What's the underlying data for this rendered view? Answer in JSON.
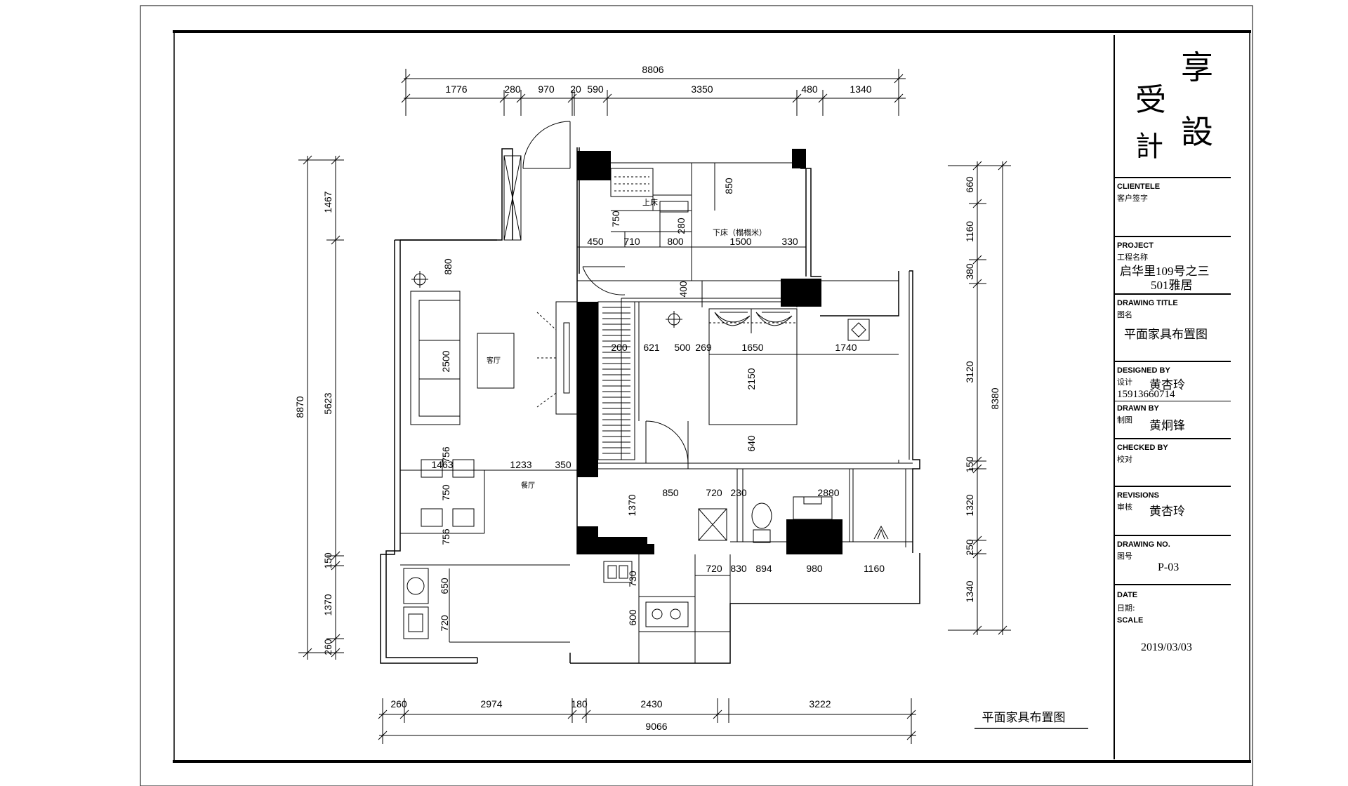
{
  "dimensions": {
    "top_total": "8806",
    "top": [
      "1776",
      "280",
      "970",
      "20",
      "590",
      "3350",
      "480",
      "1340"
    ],
    "bottom": [
      "260",
      "2974",
      "180",
      "2430",
      "3222"
    ],
    "bottom_total": "9066",
    "left_total": "8870",
    "left": [
      "1467",
      "5623",
      "150",
      "1370",
      "260"
    ],
    "right_total": "8380",
    "right": [
      "660",
      "1160",
      "380",
      "3120",
      "150",
      "1320",
      "250",
      "1340"
    ],
    "interior": {
      "d850": "850",
      "d750": "750",
      "d450": "450",
      "d710": "710",
      "d800": "800",
      "d1500": "1500",
      "d330": "330",
      "d280": "280",
      "d880": "880",
      "d400": "400",
      "d200": "200",
      "d621": "621",
      "d500": "500",
      "d269": "269",
      "d1650": "1650",
      "d1740": "1740",
      "d2150": "2150",
      "d2500": "2500",
      "d640": "640",
      "d756a": "756",
      "d1463": "1463",
      "d1233": "1233",
      "d350": "350",
      "d750b": "750",
      "d756b": "756",
      "d1370": "1370",
      "d850b": "850",
      "d720a": "720",
      "d230": "230",
      "d2880": "2880",
      "d650": "650",
      "d720b": "720",
      "d730": "730",
      "d600": "600",
      "d720c": "720",
      "d830": "830",
      "d894": "894",
      "d980": "980",
      "d1160": "1160"
    }
  },
  "rooms": {
    "upper_bed": "上床",
    "lower_bed": "下床（榻榻米）",
    "living": "客厅",
    "dining": "餐厅"
  },
  "drawing_caption": "平面家具布置图",
  "title_block": {
    "logo": [
      "享",
      "受",
      "設",
      "計"
    ],
    "clientele_en": "CLIENTELE",
    "clientele_cn": "客户签字",
    "project_en": "PROJECT",
    "project_cn": "工程名称",
    "project_value_1": "启华里109号之三",
    "project_value_2": "501雅居",
    "drawing_title_en": "DRAWING TITLE",
    "drawing_title_cn": "图名",
    "drawing_title_value": "平面家具布置图",
    "designed_by_en": "DESIGNED BY",
    "designed_by_cn": "设计",
    "designed_by_value": "黄杏玲",
    "designed_by_phone": "15913660714",
    "drawn_by_en": "DRAWN BY",
    "drawn_by_cn": "制图",
    "drawn_by_value": "黄炯锋",
    "checked_by_en": "CHECKED BY",
    "checked_by_cn": "校对",
    "revisions_en": "REVISIONS",
    "revisions_cn": "审核",
    "revisions_value": "黄杏玲",
    "drawing_no_en": "DRAWING NO.",
    "drawing_no_cn": "图号",
    "drawing_no_value": "P-03",
    "date_en": "DATE",
    "date_cn": "日期:",
    "scale_en": "SCALE",
    "date_value": "2019/03/03"
  }
}
